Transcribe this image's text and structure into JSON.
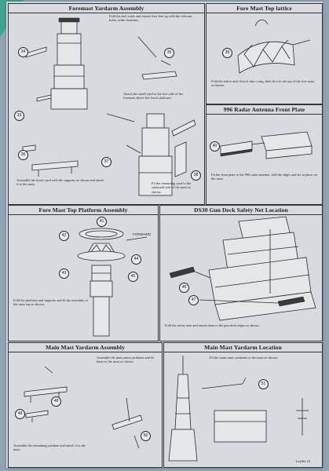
{
  "panels": {
    "p1": {
      "title": "Foremast Yardarm Assembly",
      "note_a": "Fold the fuel yards and ensure they line up with the relevant holes in the foremast.",
      "note_b": "Attach the small yard to the fore side of the foremast above the lower platform.",
      "note_c": "Assemble the lower yard with the supports as shown and attach it to the mast.",
      "note_d": "Fit the remaining yard to the starboard side of the mast as shown.",
      "callouts": [
        "33",
        "34",
        "35",
        "36",
        "37",
        "38"
      ]
    },
    "p2": {
      "title": "Fore Mast Top lattice",
      "note": "Fold the lattice and close it into a ring, then fit it to the top of the fore mast as shown.",
      "callouts": [
        "39"
      ]
    },
    "p3": {
      "title": "996 Radar Antenna Front Plate",
      "note": "Fit the front plate to the 996 radar antenna, fold the edges and fix in place on the mast.",
      "callouts": [
        "40"
      ]
    },
    "p4": {
      "title": "Fore Mast Top Platform Assembly",
      "note": "Fold the platform and supports and fit the assembly to the mast top as shown.",
      "label_forward": "FORWARD",
      "callouts": [
        "41",
        "42",
        "43",
        "44",
        "45"
      ]
    },
    "p5": {
      "title": "DS30 Gun Deck Safety Net Location",
      "note": "Fold the safety nets and attach them to the gun deck edges as shown.",
      "callouts": [
        "46",
        "47"
      ]
    },
    "p6": {
      "title": "Main Mast Yardarm Assembly",
      "note_a": "Assemble the main mast yardarms and fit them to the mast as shown.",
      "note_b": "Assemble the remaining yardarm and attach it to the mast.",
      "callouts": [
        "48",
        "49",
        "50"
      ]
    },
    "p7": {
      "title": "Main Mast Yardarm Location",
      "note": "Fit the main mast yardarms to the mast as shown.",
      "callouts": [
        "51"
      ]
    }
  },
  "footer": {
    "page": "Leaflet 10"
  },
  "colors": {
    "background": "#8fa3b4",
    "sheet": "#d2d6dc",
    "tab": "#3fa592"
  }
}
